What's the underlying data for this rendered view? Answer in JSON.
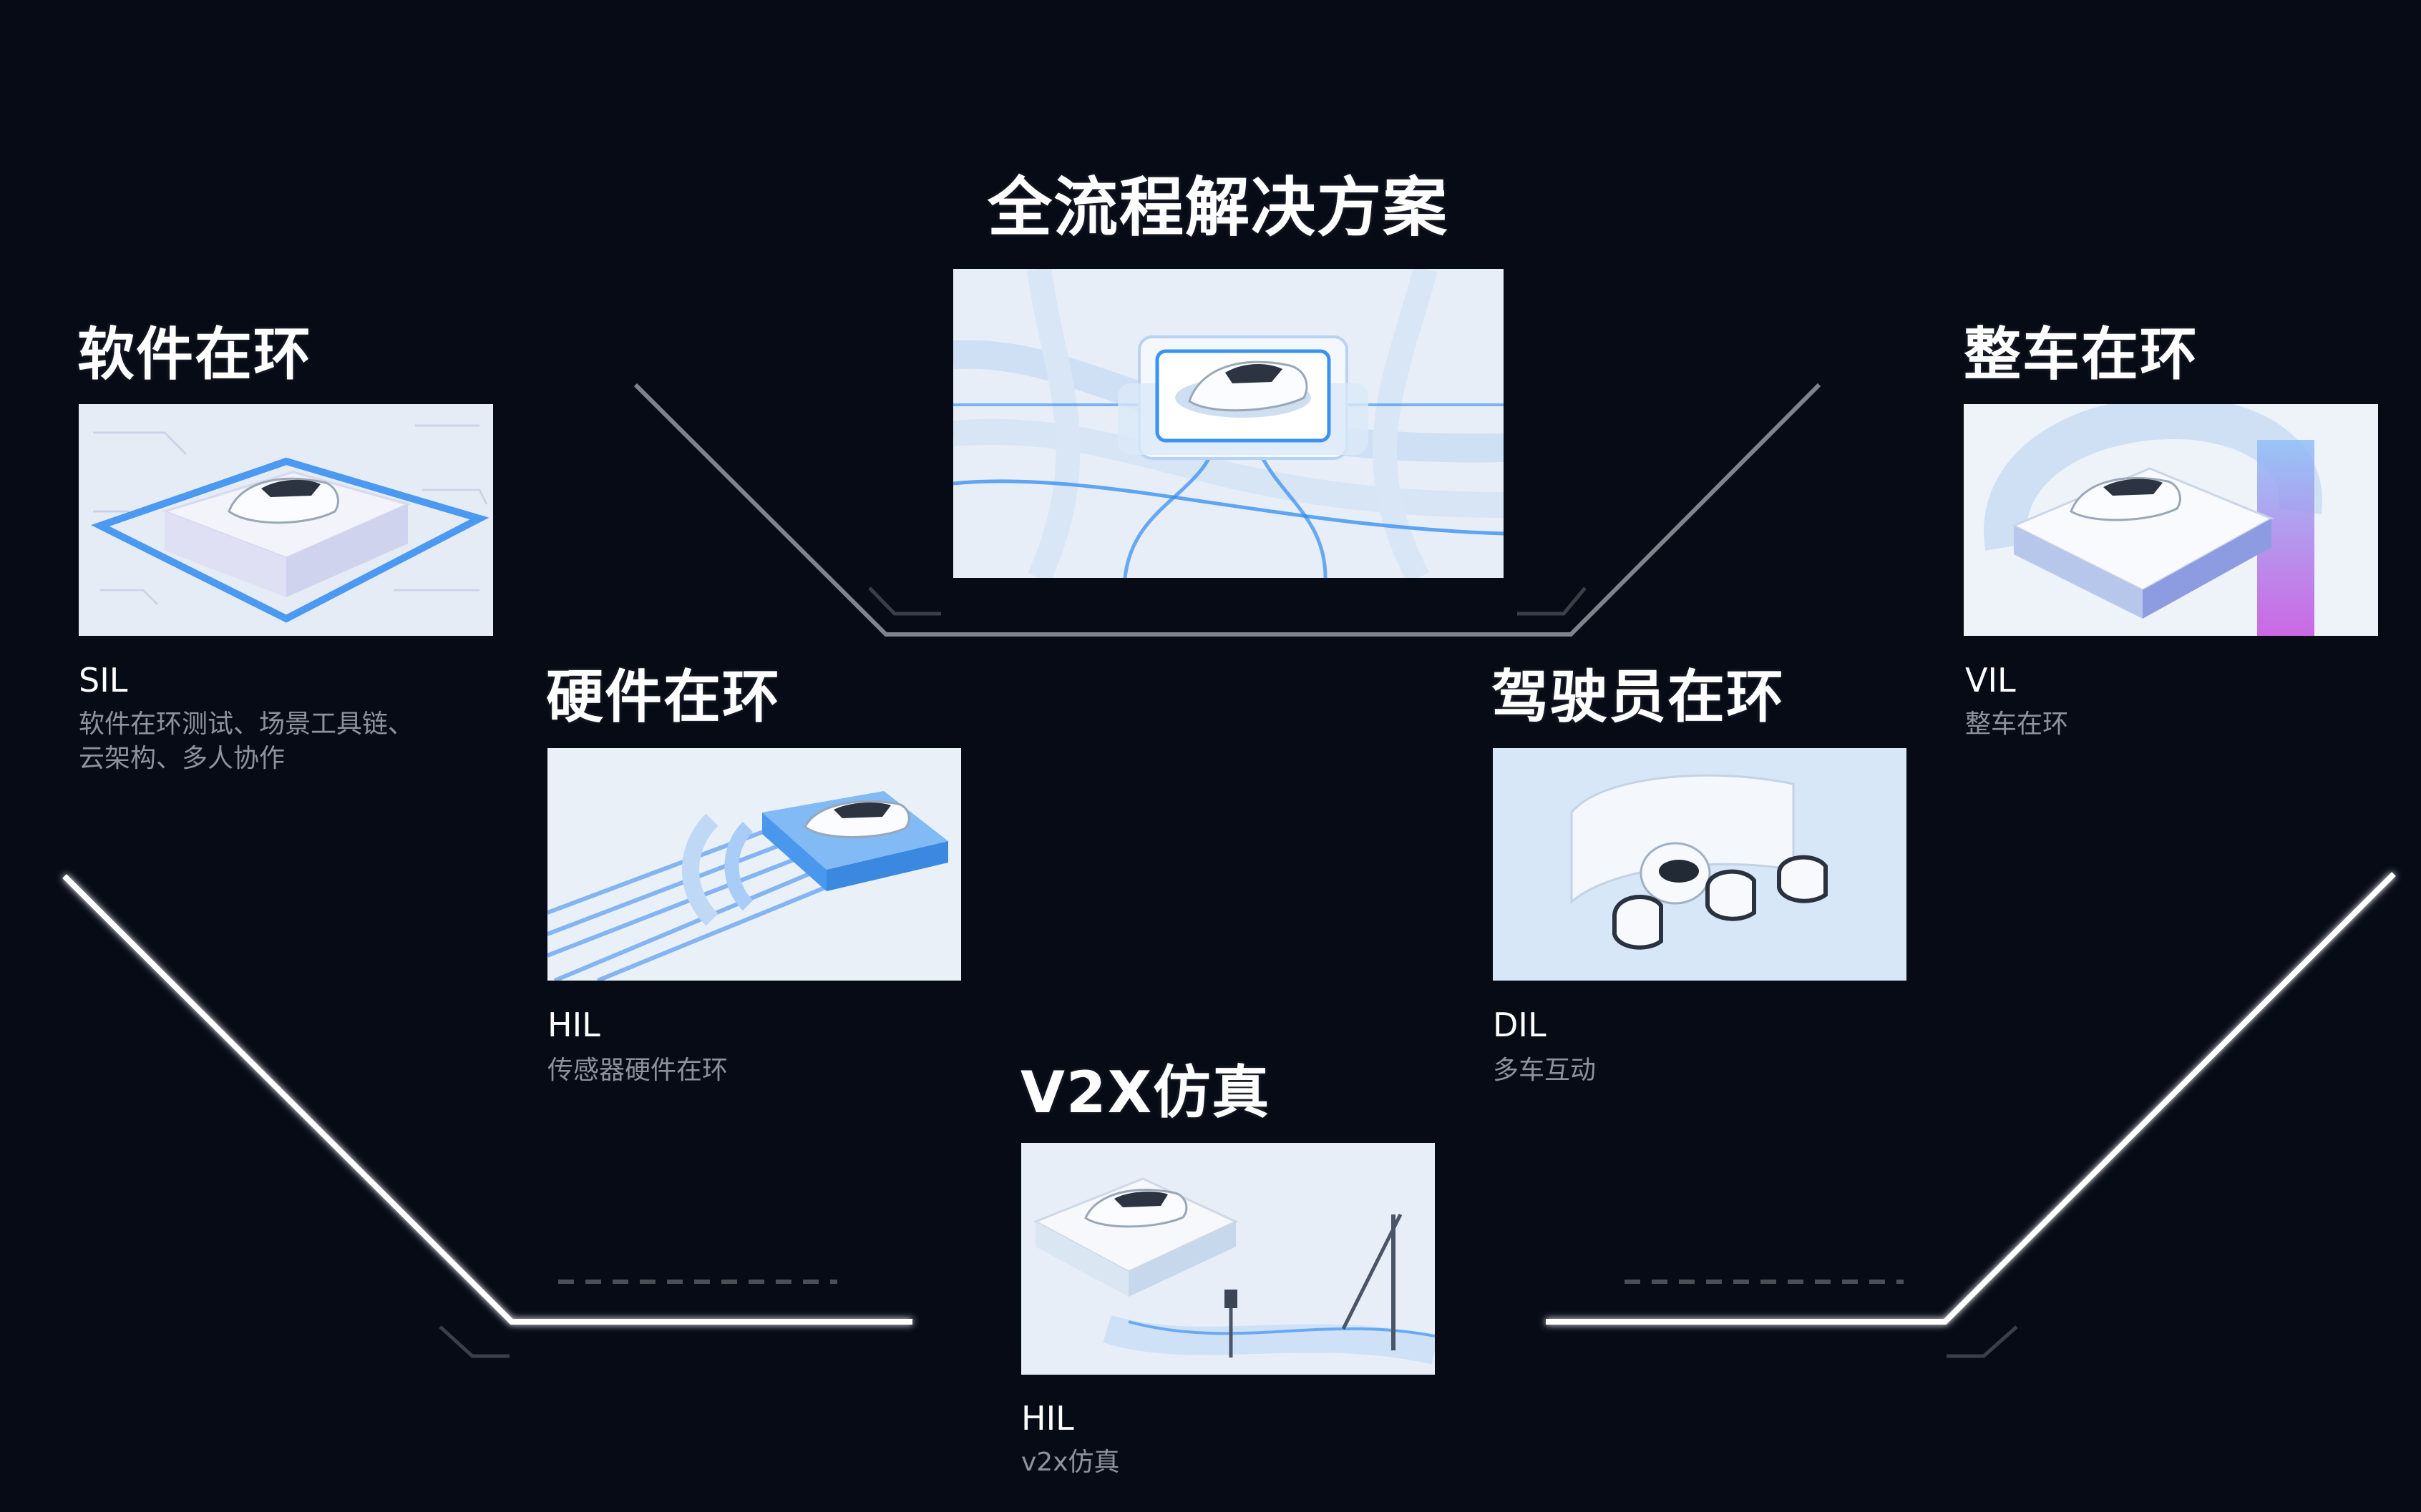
{
  "colors": {
    "background": "#070b16",
    "glow_line": "#ffffff",
    "accent_blue": "#2f8bf0",
    "desc_gray": "#8d939d"
  },
  "main": {
    "title": "全流程解决方案"
  },
  "modules": [
    {
      "key": "sil",
      "title": "软件在环",
      "code": "SIL",
      "desc_line1": "软件在环测试、场景工具链、",
      "desc_line2": "云架构、多人协作",
      "image": "car-on-circuit-board-illustration"
    },
    {
      "key": "hil",
      "title": "硬件在环",
      "code": "HIL",
      "desc_line1": "传感器硬件在环",
      "image": "car-with-sensor-waves-illustration"
    },
    {
      "key": "v2x",
      "title": "V2X仿真",
      "code": "HIL",
      "desc_line1": "v2x仿真",
      "image": "car-with-traffic-signals-illustration"
    },
    {
      "key": "dil",
      "title": "驾驶员在环",
      "code": "DIL",
      "desc_line1": "多车互动",
      "image": "driving-simulator-pods-illustration"
    },
    {
      "key": "vil",
      "title": "整车在环",
      "code": "VIL",
      "desc_line1": "整车在环",
      "image": "car-on-chip-platform-illustration"
    }
  ]
}
